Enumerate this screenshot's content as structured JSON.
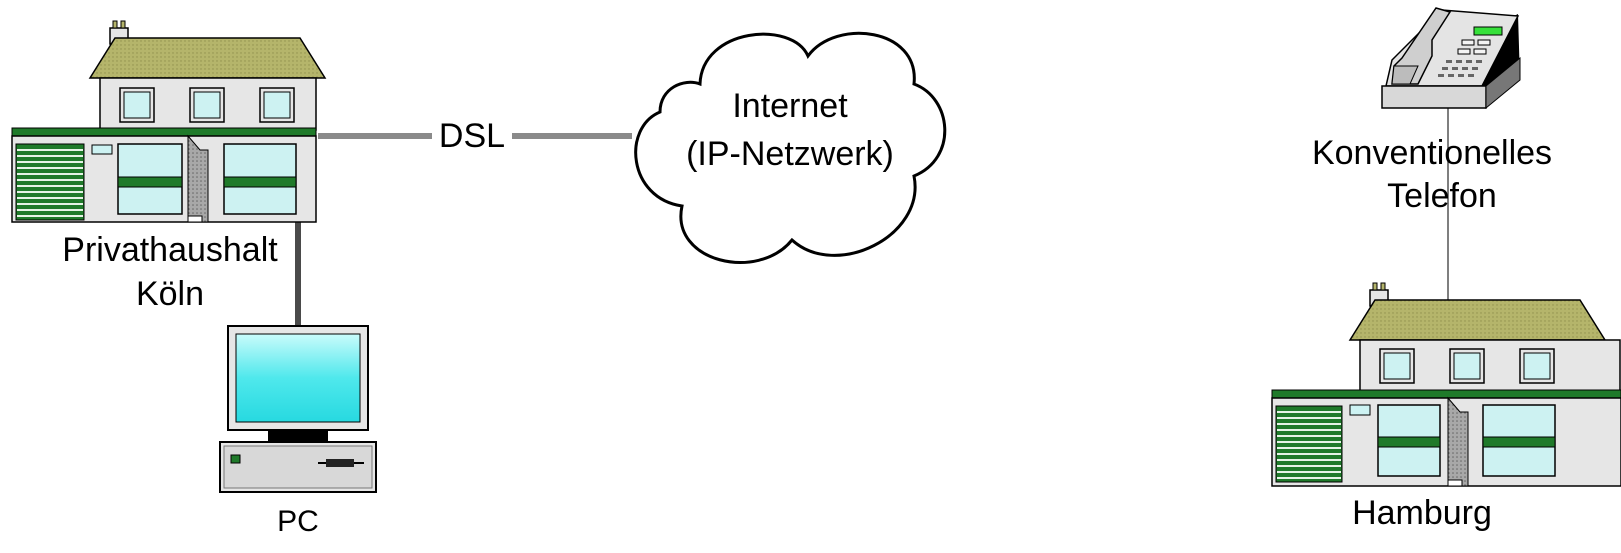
{
  "labels": {
    "home_line1": "Privathaushalt",
    "home_line2": "Köln",
    "pc": "PC",
    "dsl": "DSL",
    "internet_line1": "Internet",
    "internet_line2": "(IP-Netzwerk)",
    "phone_line1": "Konventionelles",
    "phone_line2": "Telefon",
    "hamburg": "Hamburg"
  },
  "colors": {
    "roof": "#b5b56b",
    "trim_green": "#1f7a2a",
    "window_fill": "#cdf2f2",
    "wall": "#e6e6e6",
    "link_gray": "#8a8a8a",
    "screen": "#4fe8ec",
    "phone_display": "#36e03a"
  }
}
